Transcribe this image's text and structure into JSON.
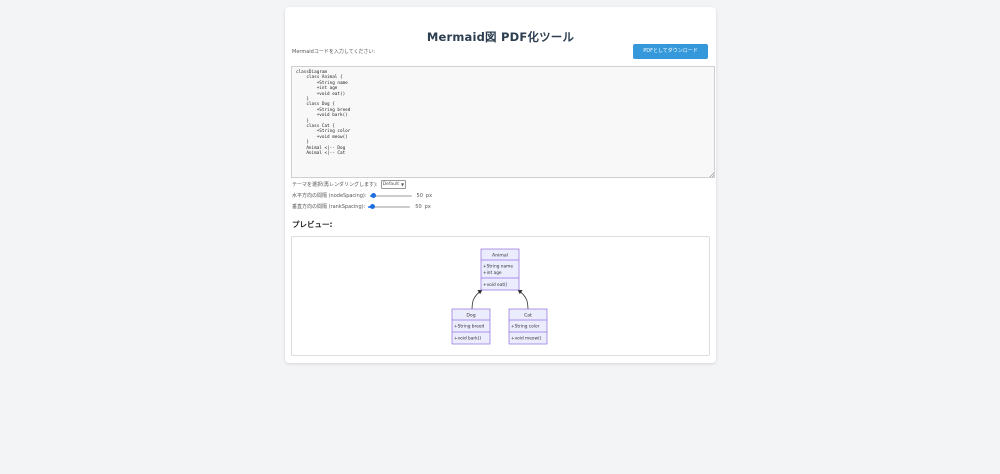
{
  "app": {
    "title": "Mermaid図 PDF化ツール",
    "prompt": "Mermaidコードを入力してください:",
    "download_label": "PDFとしてダウンロード"
  },
  "code_lines": [
    "classDiagram",
    "    class Animal {",
    "        +String name",
    "        +int age",
    "        +void eat()",
    "    }",
    "    class Dog {",
    "        +String breed",
    "        +void bark()",
    "    }",
    "    class Cat {",
    "        +String color",
    "        +void meow()",
    "    }",
    "    Animal <|-- Dog",
    "    Animal <|-- Cat"
  ],
  "controls": {
    "theme_label": "テーマを選択(再レンダリングします):",
    "theme_value": "Default",
    "node_spacing_label": "水平方向の間隔 (nodeSpacing):",
    "node_spacing_value": "50",
    "node_spacing_unit": "px",
    "node_spacing_fraction": 0.04,
    "rank_spacing_label": "垂直方向の間隔 (rankSpacing):",
    "rank_spacing_value": "50",
    "rank_spacing_unit": "px",
    "rank_spacing_fraction": 0.04
  },
  "preview": {
    "heading": "プレビュー:",
    "classes": {
      "animal": {
        "name": "Animal",
        "attrs": [
          "+String name",
          "+int age"
        ],
        "methods": [
          "+void eat()"
        ]
      },
      "dog": {
        "name": "Dog",
        "attrs": [
          "+String breed"
        ],
        "methods": [
          "+void bark()"
        ]
      },
      "cat": {
        "name": "Cat",
        "attrs": [
          "+String color"
        ],
        "methods": [
          "+void meow()"
        ]
      }
    }
  },
  "colors": {
    "accent": "#3498db",
    "class_fill": "#ECECFF",
    "class_stroke": "#9370DB",
    "slider": "#1f6fe0"
  }
}
